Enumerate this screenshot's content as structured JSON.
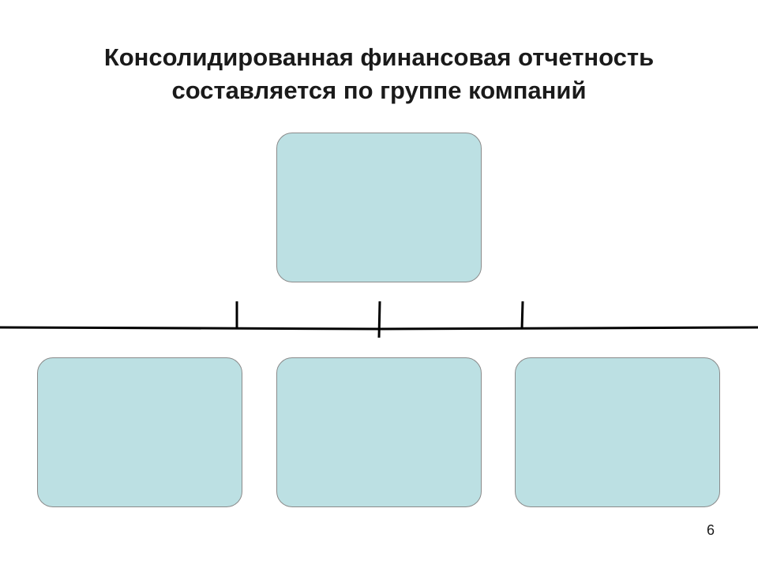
{
  "slide": {
    "title_line1": "Консолидированная финансовая отчетность",
    "title_line2": "составляется по группе компаний",
    "page_number": "6"
  },
  "diagram": {
    "box_fill_color": "#bce0e3",
    "box_border_color": "#8a8a8a",
    "line_color": "#000000"
  }
}
